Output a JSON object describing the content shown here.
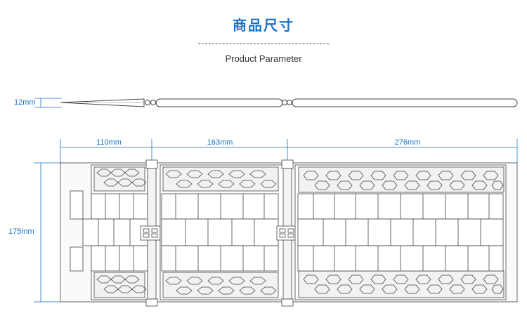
{
  "header": {
    "title_zh": "商品尺寸",
    "title_en": "Product Parameter"
  },
  "dimensions": {
    "thickness": "12mm",
    "width_left": "110mm",
    "width_middle": "163mm",
    "width_right": "276mm",
    "height": "175mm"
  },
  "colors": {
    "accent": "#1a73c8",
    "line": "#444444",
    "fill": "#f2f2f2"
  }
}
